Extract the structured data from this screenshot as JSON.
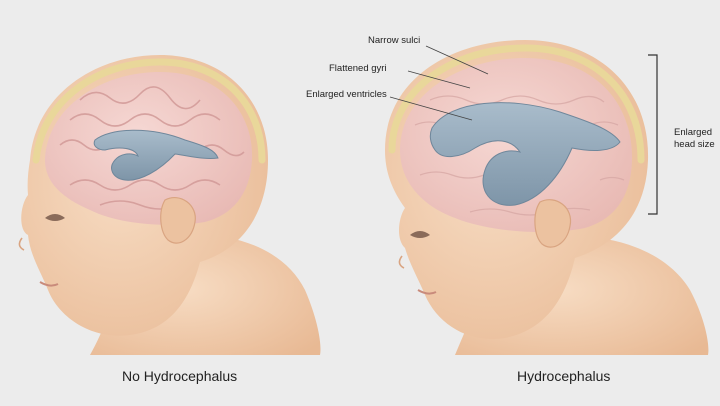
{
  "labels": {
    "left_caption": "No Hydrocephalus",
    "right_caption": "Hydrocephalus",
    "narrow_sulci": "Narrow sulci",
    "flattened_gyri": "Flattened gyri",
    "enlarged_ventricles": "Enlarged ventricles",
    "enlarged_head_line1": "Enlarged",
    "enlarged_head_line2": "head size"
  },
  "colors": {
    "background": "#ececec",
    "skin": "#f2cfb0",
    "brain": "#f0c8c6",
    "ventricle": "#8fa6b8",
    "skull": "#e9d79a"
  }
}
